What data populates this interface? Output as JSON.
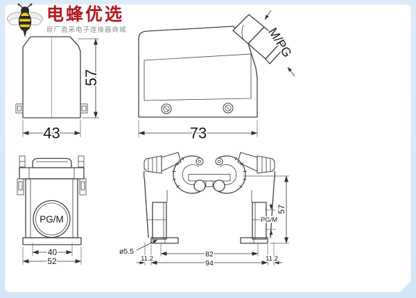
{
  "brand": {
    "name": "电蜂优选",
    "tagline": "原厂直采电子连接器商城",
    "name_color": "#b5191f",
    "tagline_color": "#8c8c8c"
  },
  "colors": {
    "frame": "#d4e6f6",
    "sheet": "#ffffff",
    "line": "#404040"
  },
  "views": {
    "side_top_entry": {
      "height_dim": "57",
      "width_dim": "43"
    },
    "side_angled_entry": {
      "width_dim": "73",
      "gland_thread_label": "M/PG"
    },
    "front_hood": {
      "gland_thread_label": "PG/M",
      "inner_width_dim": "40",
      "outer_width_dim": "52"
    },
    "front_base": {
      "height_dim": "57",
      "gland_thread_label": "PG/M",
      "mount_hole_dim": "ø5.5",
      "hole_spacing_dim": "82",
      "overall_width_dim": "94",
      "left_offset_dim": "11.2",
      "right_offset_dim": "11.2"
    }
  }
}
